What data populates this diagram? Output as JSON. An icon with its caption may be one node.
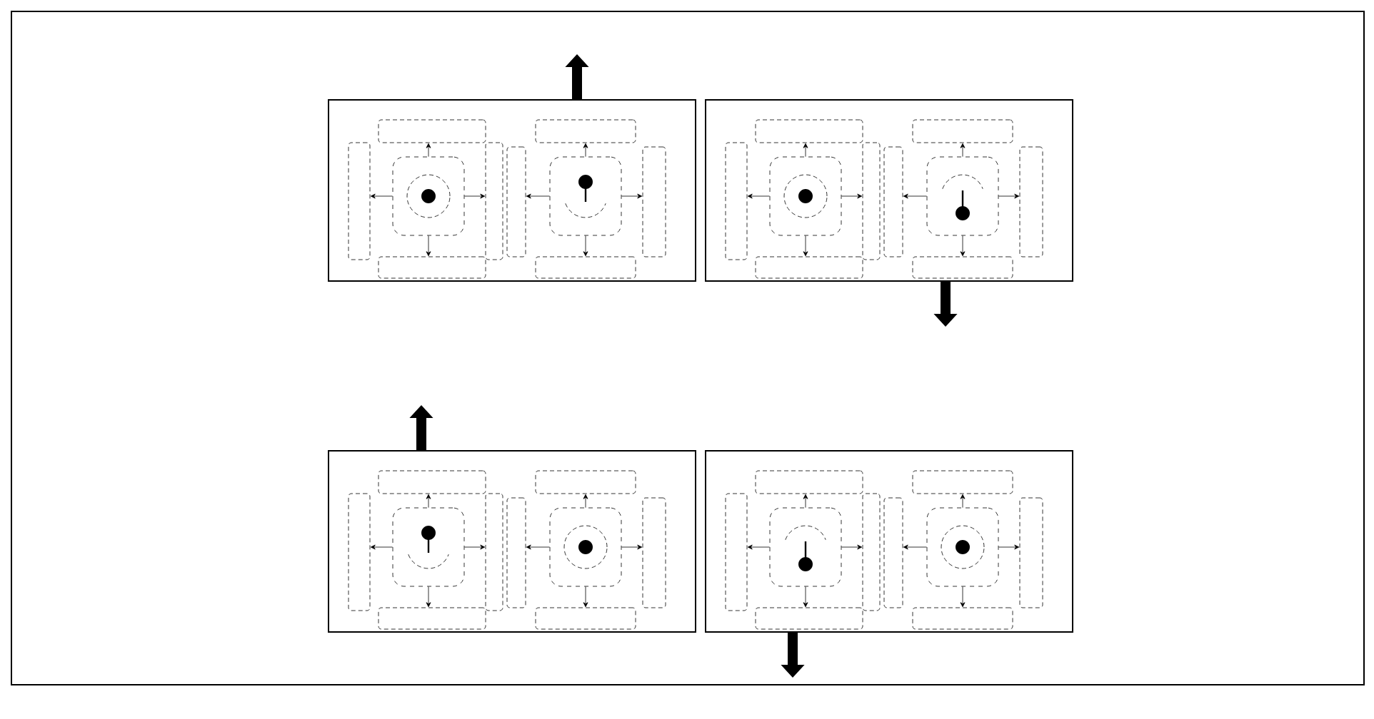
{
  "diagram": {
    "nodes": [
      {
        "text": [],
        "shape": "box"
      },
      {
        "text": [],
        "shape": "picture",
        "in": 0
      },
      {
        "text": [],
        "shape": "box",
        "in": 0
      },
      {
        "text": [],
        "shape": "box",
        "in": 0
      },
      {
        "text": [],
        "shape": "box",
        "in": 0
      },
      {
        "text": [],
        "shape": "box",
        "in": 0
      },
      {
        "text": [],
        "shape": "picture",
        "in": 0
      },
      {
        "text": [],
        "shape": "box",
        "in": 0
      },
      {
        "text": [],
        "shape": "box",
        "in": 0
      },
      {
        "text": [],
        "shape": "box",
        "in": 0
      },
      {
        "text": [],
        "shape": "box",
        "in": 0
      },
      {
        "text": [],
        "shape": "box"
      },
      {
        "text": [],
        "shape": "picture",
        "in": 11
      },
      {
        "text": [],
        "shape": "box",
        "in": 11
      },
      {
        "text": [],
        "shape": "box",
        "in": 11
      },
      {
        "text": [],
        "shape": "box",
        "in": 11
      },
      {
        "text": [],
        "shape": "box",
        "in": 11
      },
      {
        "text": [],
        "shape": "picture",
        "in": 11
      },
      {
        "text": [],
        "shape": "box",
        "in": 11
      },
      {
        "text": [],
        "shape": "box",
        "in": 11
      },
      {
        "text": [],
        "shape": "box",
        "in": 11
      },
      {
        "text": [],
        "shape": "box",
        "in": 11
      },
      {
        "text": [],
        "shape": "box"
      },
      {
        "text": [],
        "shape": "picture",
        "in": 22
      },
      {
        "text": [],
        "shape": "box",
        "in": 22
      },
      {
        "text": [],
        "shape": "box",
        "in": 22
      },
      {
        "text": [],
        "shape": "box",
        "in": 22
      },
      {
        "text": [],
        "shape": "box",
        "in": 22
      },
      {
        "text": [],
        "shape": "picture",
        "in": 22
      },
      {
        "text": [],
        "shape": "box",
        "in": 22
      },
      {
        "text": [],
        "shape": "box",
        "in": 22
      },
      {
        "text": [],
        "shape": "box",
        "in": 22
      },
      {
        "text": [],
        "shape": "box",
        "in": 22
      },
      {
        "text": [],
        "shape": "box"
      },
      {
        "text": [],
        "shape": "picture",
        "in": 33
      },
      {
        "text": [],
        "shape": "box",
        "in": 33
      },
      {
        "text": [],
        "shape": "box",
        "in": 33
      },
      {
        "text": [],
        "shape": "box",
        "in": 33
      },
      {
        "text": [],
        "shape": "box",
        "in": 33
      },
      {
        "text": [],
        "shape": "picture",
        "in": 33
      },
      {
        "text": [],
        "shape": "box",
        "in": 33
      },
      {
        "text": [],
        "shape": "box",
        "in": 33
      },
      {
        "text": [],
        "shape": "box",
        "in": 33
      },
      {
        "text": [],
        "shape": "box",
        "in": 33
      }
    ],
    "edges": [
      {
        "from": 1,
        "to": 2,
        "arrow": "to"
      },
      {
        "from": 1,
        "to": 3,
        "arrow": "to"
      },
      {
        "from": 1,
        "to": 4,
        "arrow": "to"
      },
      {
        "from": 1,
        "to": 5,
        "arrow": "to"
      },
      {
        "from": 6,
        "to": 7,
        "arrow": "to"
      },
      {
        "from": 6,
        "to": 8,
        "arrow": "to"
      },
      {
        "from": 6,
        "to": 9,
        "arrow": "to"
      },
      {
        "from": 6,
        "to": 10,
        "arrow": "to"
      },
      {
        "from": 0,
        "to": null,
        "arrow": "to",
        "style": "thick"
      },
      {
        "from": 12,
        "to": 13,
        "arrow": "to"
      },
      {
        "from": 12,
        "to": 14,
        "arrow": "to"
      },
      {
        "from": 12,
        "to": 15,
        "arrow": "to"
      },
      {
        "from": 12,
        "to": 16,
        "arrow": "to"
      },
      {
        "from": 17,
        "to": 18,
        "arrow": "to"
      },
      {
        "from": 17,
        "to": 19,
        "arrow": "to"
      },
      {
        "from": 17,
        "to": 20,
        "arrow": "to"
      },
      {
        "from": 17,
        "to": 21,
        "arrow": "to"
      },
      {
        "from": 11,
        "to": null,
        "arrow": "to",
        "style": "thick"
      },
      {
        "from": 23,
        "to": 24,
        "arrow": "to"
      },
      {
        "from": 23,
        "to": 25,
        "arrow": "to"
      },
      {
        "from": 23,
        "to": 26,
        "arrow": "to"
      },
      {
        "from": 23,
        "to": 27,
        "arrow": "to"
      },
      {
        "from": 28,
        "to": 29,
        "arrow": "to"
      },
      {
        "from": 28,
        "to": 30,
        "arrow": "to"
      },
      {
        "from": 28,
        "to": 31,
        "arrow": "to"
      },
      {
        "from": 28,
        "to": 32,
        "arrow": "to"
      },
      {
        "from": 22,
        "to": null,
        "arrow": "to",
        "style": "thick"
      },
      {
        "from": 34,
        "to": 35,
        "arrow": "to"
      },
      {
        "from": 34,
        "to": 36,
        "arrow": "to"
      },
      {
        "from": 34,
        "to": 37,
        "arrow": "to"
      },
      {
        "from": 34,
        "to": 38,
        "arrow": "to"
      },
      {
        "from": 39,
        "to": 40,
        "arrow": "to"
      },
      {
        "from": 39,
        "to": 41,
        "arrow": "to"
      },
      {
        "from": 39,
        "to": 42,
        "arrow": "to"
      },
      {
        "from": 39,
        "to": 43,
        "arrow": "to"
      },
      {
        "from": 33,
        "to": null,
        "arrow": "to",
        "style": "thick"
      }
    ]
  }
}
